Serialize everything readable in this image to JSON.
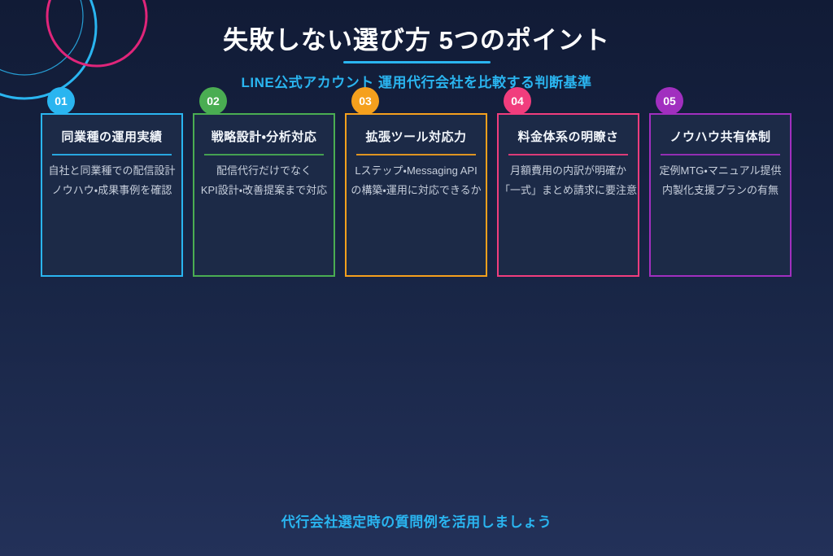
{
  "header": {
    "title": "失敗しない選び方 5つのポイント",
    "subtitle": "LINE公式アカウント 運用代行会社を比較する判断基準"
  },
  "footer": {
    "note": "代行会社選定時の質問例を活用しましょう"
  },
  "colors": {
    "background_gradient": "linear-gradient(180deg, #111b36 0%, #182545 50%, #233159 100%)",
    "accent": "#2ab5f0",
    "decor_cyan": "#2ab5f0",
    "decor_pink": "#e0257a",
    "card_fill": "#1c2a47",
    "body_text": "#c7cfdc",
    "title_text": "#ffffff"
  },
  "cards": [
    {
      "number": "01",
      "accent": "#2ab5f0",
      "title": "同業種の運用実績",
      "lines": [
        "自社と同業種での配信設計",
        "ノウハウ・成果事例を確認"
      ]
    },
    {
      "number": "02",
      "accent": "#4aad52",
      "title": "戦略設計・分析対応",
      "lines": [
        "配信代行だけでなく",
        "KPI設計・改善提案まで対応"
      ]
    },
    {
      "number": "03",
      "accent": "#f5a01d",
      "title": "拡張ツール対応力",
      "lines": [
        "Lステップ・Messaging API",
        "の構築・運用に対応できるか"
      ]
    },
    {
      "number": "04",
      "accent": "#f13d7d",
      "title": "料金体系の明瞭さ",
      "lines": [
        "月額費用の内訳が明確か",
        "「一式」まとめ請求に要注意"
      ]
    },
    {
      "number": "05",
      "accent": "#a12fbf",
      "title": "ノウハウ共有体制",
      "lines": [
        "定例MTG・マニュアル提供",
        "内製化支援プランの有無"
      ]
    }
  ]
}
